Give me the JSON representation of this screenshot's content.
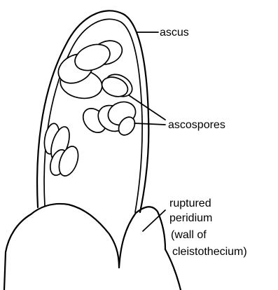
{
  "labels": {
    "ascus": "ascus",
    "ascospores": "ascospores",
    "peridium_line1": "ruptured",
    "peridium_line2": "peridium",
    "peridium_line3": "(wall of",
    "peridium_line4": "cleistothecium)"
  }
}
